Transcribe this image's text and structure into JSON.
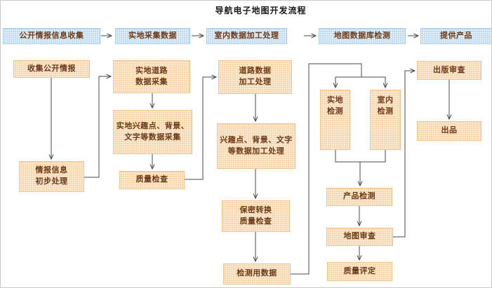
{
  "title": "导航电子地图开发流程",
  "colors": {
    "phase_fill": "#bdd9f1",
    "phase_border": "#a8cbe8",
    "step_fill": "#fbd4a6",
    "step_border": "#f2c08b",
    "box_text": "#6b3a17",
    "title_text": "#1a1a1a",
    "line": "#4a4a4a",
    "canvas_border": "#c9c9c9"
  },
  "phases": {
    "open_intel_collection": "公开情报信息收集",
    "field_data_collection": "实地采集数据",
    "indoor_data_processing": "室内数据加工处理",
    "map_database_testing": "地图数据库检测",
    "provide_product": "提供产品"
  },
  "steps": {
    "collect_public_intel": "收集公开情报",
    "intel_initial_processing": "情报信息\n初步处理",
    "field_road_data_collection": "实地道路\n数据采集",
    "field_poi_background_text_collection": "实地兴趣点、背景、\n文字等数据采集",
    "quality_check": "质量检查",
    "road_data_processing": "道路数据\n加工处理",
    "poi_background_text_processing": "兴趣点、背景、文字\n等数据加工处理",
    "security_conversion_quality_check": "保密转换\n质量检查",
    "testing_data": "检测用数据",
    "field_testing": "实地\n检测",
    "indoor_testing": "室内\n检测",
    "product_testing": "产品检测",
    "map_review": "地图审查",
    "quality_assessment": "质量评定",
    "publication_review": "出版审查",
    "release": "出品"
  }
}
